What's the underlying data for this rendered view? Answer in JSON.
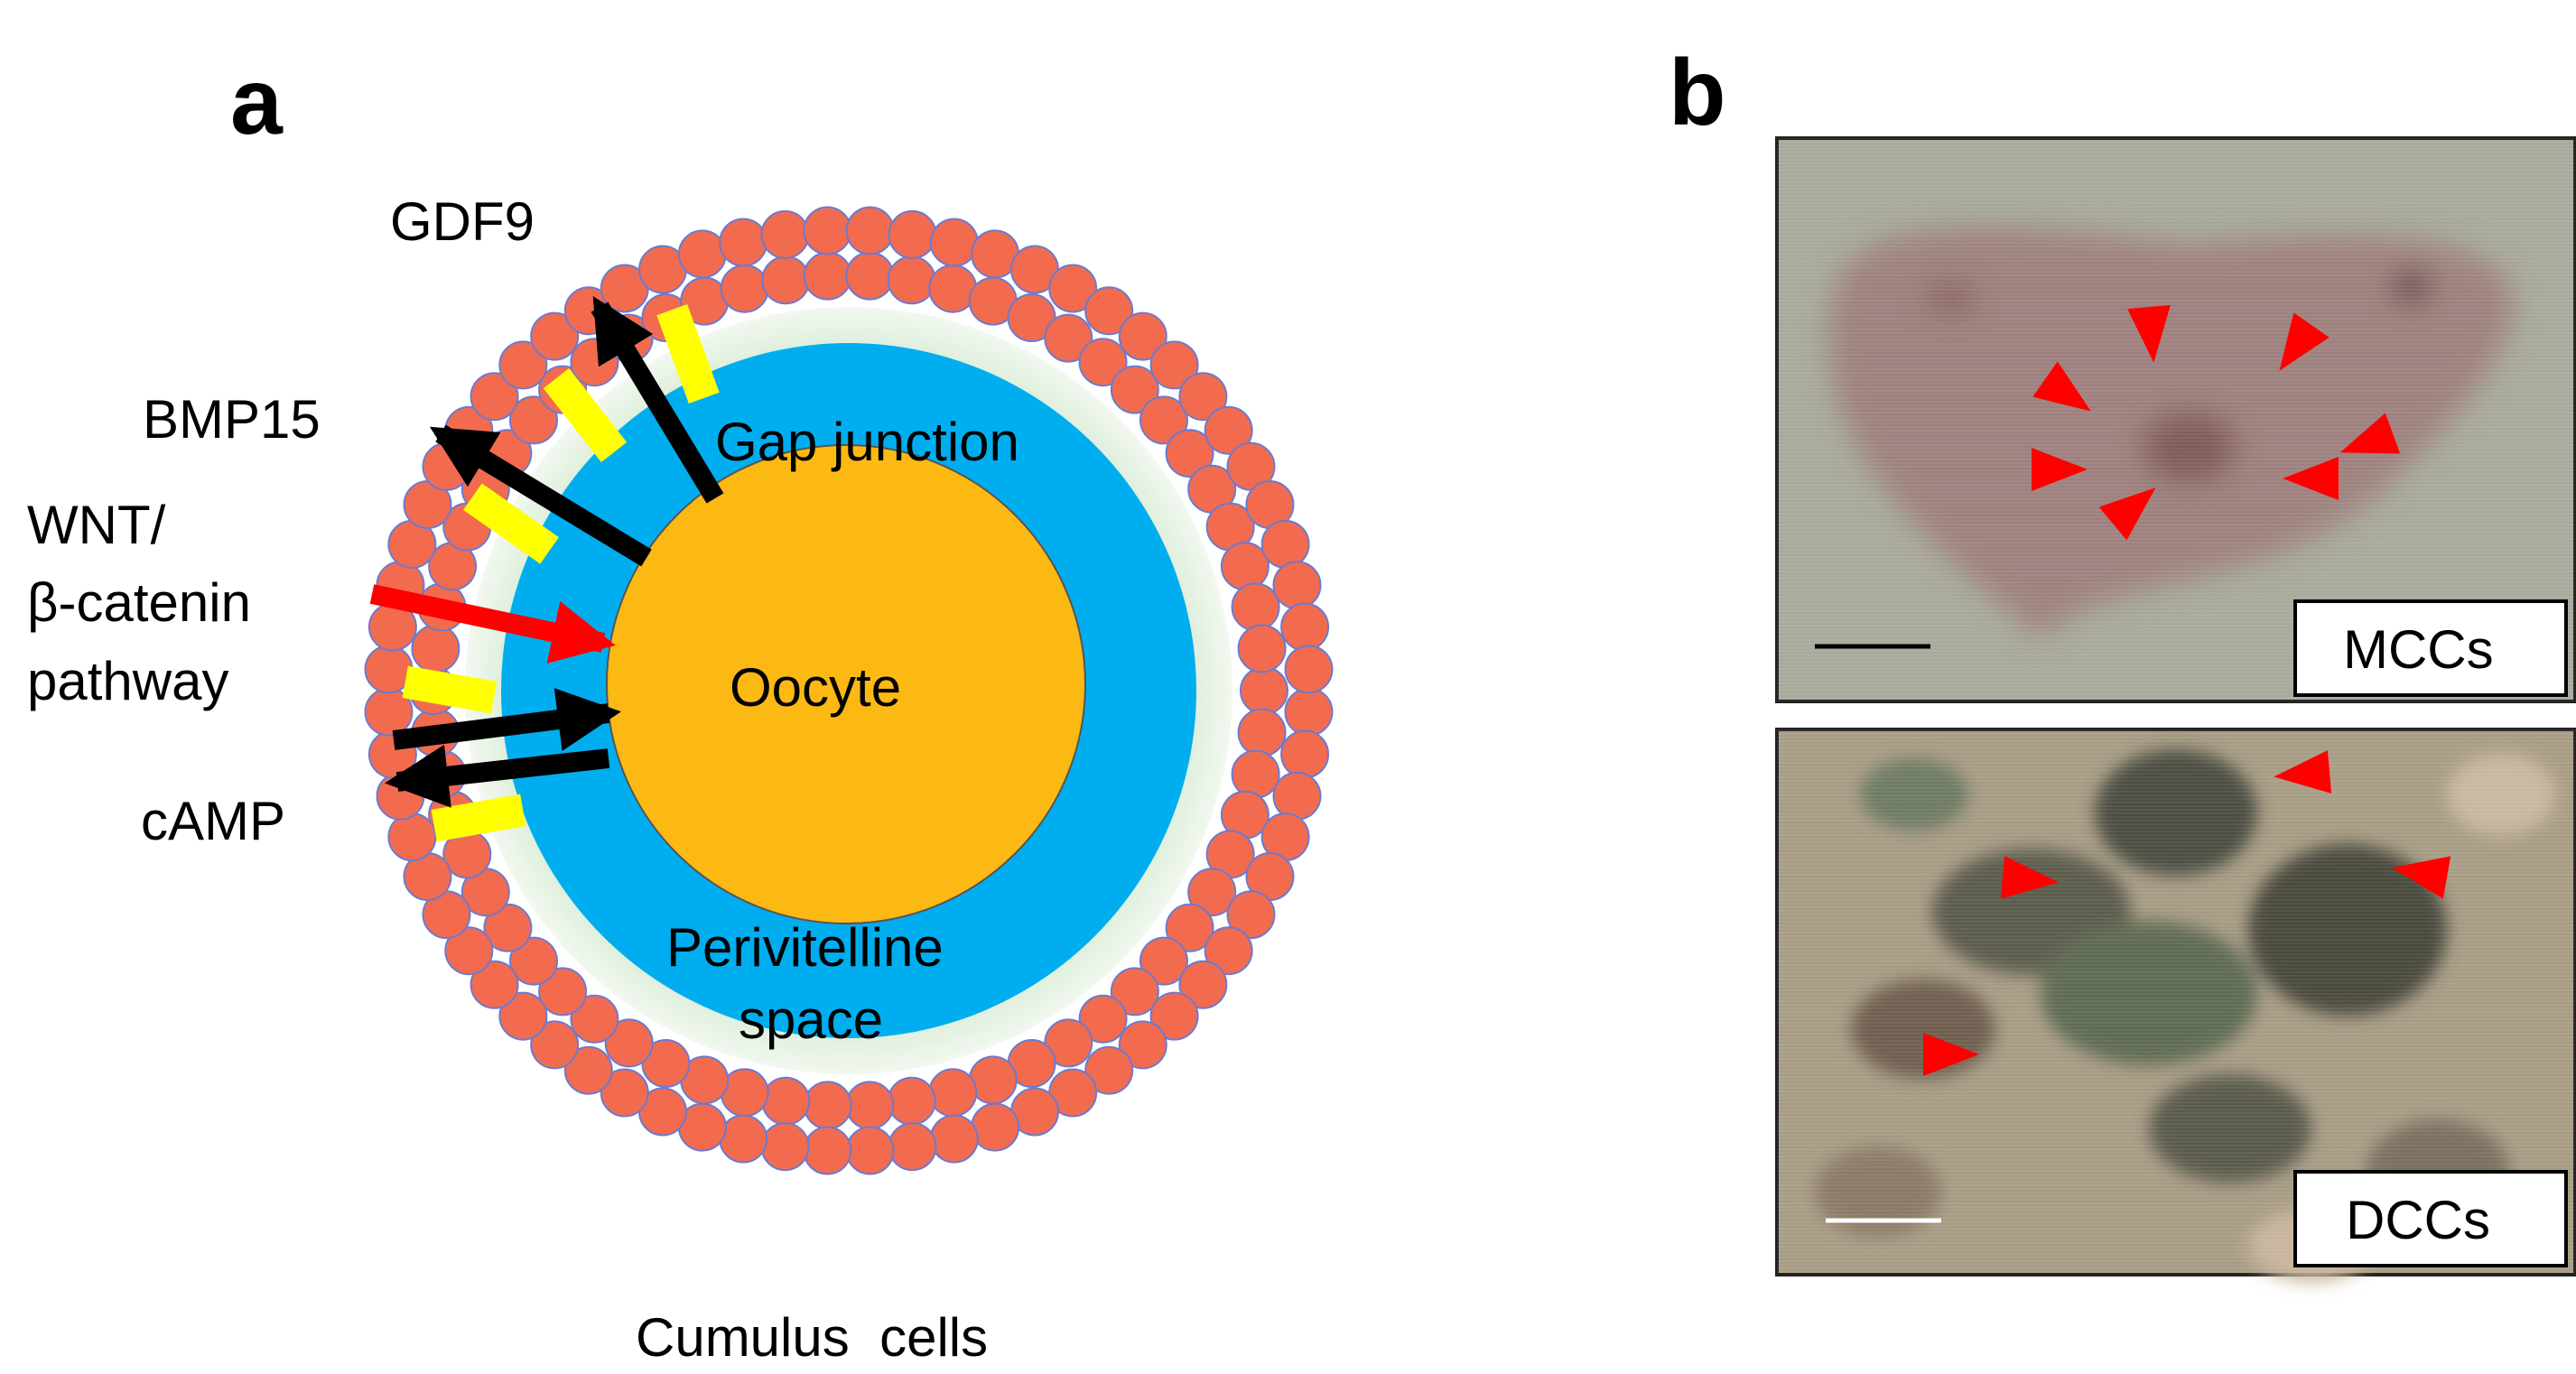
{
  "panel_a": {
    "letter": "a",
    "labels": {
      "gdf9": "GDF9",
      "bmp15": "BMP15",
      "wnt_line1": "WNT/",
      "wnt_line2": "β-catenin",
      "wnt_line3": "pathway",
      "camp": "cAMP",
      "gap_junction": "Gap junction",
      "oocyte": "Oocyte",
      "perivitelline_line1": "Perivitelline",
      "perivitelline_line2": "space",
      "cumulus": "Cumulus  cells"
    },
    "colors": {
      "cumulus_cell": "#F26B4F",
      "cumulus_stroke": "#6A7BD0",
      "zona": "#D3E8CF",
      "perivitelline": "#00AEEF",
      "oocyte": "#FDB913",
      "gap_junction": "#FFFF00",
      "signal_black": "#000000",
      "signal_red": "#FF0000"
    }
  },
  "panel_b": {
    "letter": "b",
    "top_image": {
      "label": "MCCs",
      "arrowhead_color": "#FF0000"
    },
    "bottom_image": {
      "label": "DCCs",
      "arrowhead_color": "#FF0000"
    }
  }
}
